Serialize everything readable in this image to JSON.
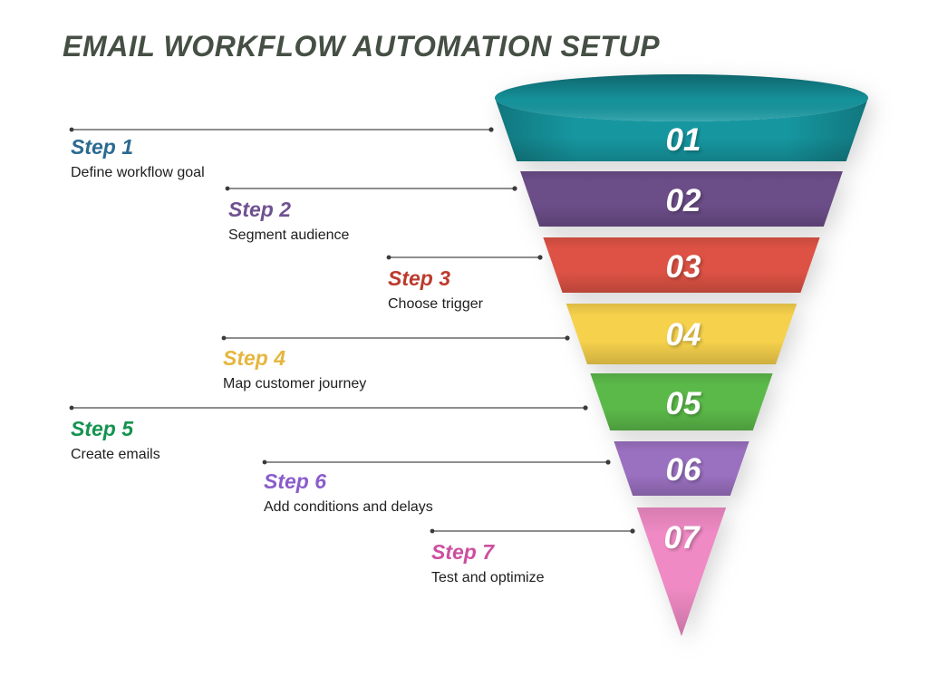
{
  "title": "EMAIL WORKFLOW AUTOMATION SETUP",
  "title_color": "#454F44",
  "background_color": "#ffffff",
  "connector_color": "#4a4a4a",
  "number_text_color": "#ffffff",
  "steps": [
    {
      "number": "01",
      "label": "Step 1",
      "description": "Define workflow goal",
      "heading_color": "#2A6A91",
      "segment_color": "#1697A0"
    },
    {
      "number": "02",
      "label": "Step 2",
      "description": "Segment audience",
      "heading_color": "#6F5190",
      "segment_color": "#6B4D88"
    },
    {
      "number": "03",
      "label": "Step 3",
      "description": "Choose trigger",
      "heading_color": "#BC3A2D",
      "segment_color": "#DD5244"
    },
    {
      "number": "04",
      "label": "Step 4",
      "description": "Map customer journey",
      "heading_color": "#E5B63E",
      "segment_color": "#F6D14C"
    },
    {
      "number": "05",
      "label": "Step 5",
      "description": "Create emails",
      "heading_color": "#159350",
      "segment_color": "#5BB949"
    },
    {
      "number": "06",
      "label": "Step 6",
      "description": "Add conditions and delays",
      "heading_color": "#8A5CCB",
      "segment_color": "#9A70C0"
    },
    {
      "number": "07",
      "label": "Step 7",
      "description": "Test and optimize",
      "heading_color": "#CC4F9F",
      "segment_color": "#EF8AC4"
    }
  ]
}
